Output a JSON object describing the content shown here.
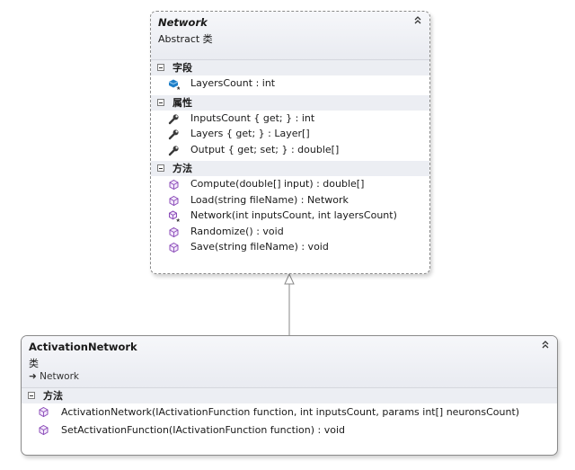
{
  "network": {
    "name": "Network",
    "kind": "Abstract 类",
    "sections": [
      {
        "title": "字段",
        "members": [
          {
            "icon": "field-icon",
            "text": "LayersCount : int"
          }
        ]
      },
      {
        "title": "属性",
        "members": [
          {
            "icon": "property-wrench-icon",
            "text": "InputsCount { get; } : int"
          },
          {
            "icon": "property-wrench-icon",
            "text": "Layers { get; } : Layer[]"
          },
          {
            "icon": "property-wrench-icon",
            "text": "Output { get; set; } : double[]"
          }
        ]
      },
      {
        "title": "方法",
        "members": [
          {
            "icon": "method-icon",
            "text": "Compute(double[] input) : double[]"
          },
          {
            "icon": "method-icon",
            "text": "Load(string fileName) : Network"
          },
          {
            "icon": "protected-method-icon",
            "text": "Network(int inputsCount, int layersCount)"
          },
          {
            "icon": "method-icon",
            "text": "Randomize() : void"
          },
          {
            "icon": "method-icon",
            "text": "Save(string fileName) : void"
          }
        ]
      }
    ]
  },
  "activation": {
    "name": "ActivationNetwork",
    "kind": "类",
    "base": "Network",
    "sections": [
      {
        "title": "方法",
        "members": [
          {
            "icon": "method-icon",
            "text": "ActivationNetwork(IActivationFunction function, int inputsCount, params int[] neuronsCount)"
          },
          {
            "icon": "method-icon",
            "text": "SetActivationFunction(IActivationFunction function) : void"
          }
        ]
      }
    ]
  }
}
